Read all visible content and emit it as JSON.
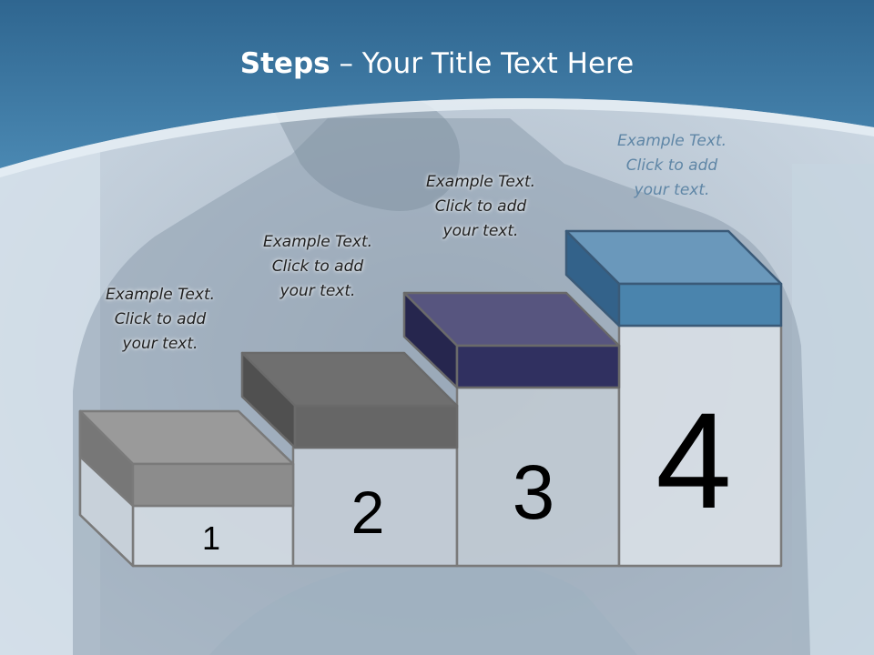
{
  "slide": {
    "title_bold": "Steps",
    "title_rest": " – Your Title Text Here"
  },
  "steps": [
    {
      "number": "1",
      "text": [
        "Example Text.",
        "Click  to add",
        "your text."
      ],
      "block_color": "#8c8c8c"
    },
    {
      "number": "2",
      "text": [
        "Example Text.",
        "Click  to add",
        "your text."
      ],
      "block_color": "#6a6a6a"
    },
    {
      "number": "3",
      "text": [
        "Example Text.",
        "Click  to add",
        "your text."
      ],
      "block_color": "#303060"
    },
    {
      "number": "4",
      "text": [
        "Example Text.",
        "Click  to add",
        "your text."
      ],
      "block_color": "#4a84ad"
    }
  ],
  "colors": {
    "header_band": "#3e7aa3",
    "step_frame": "#7a7a7a"
  }
}
